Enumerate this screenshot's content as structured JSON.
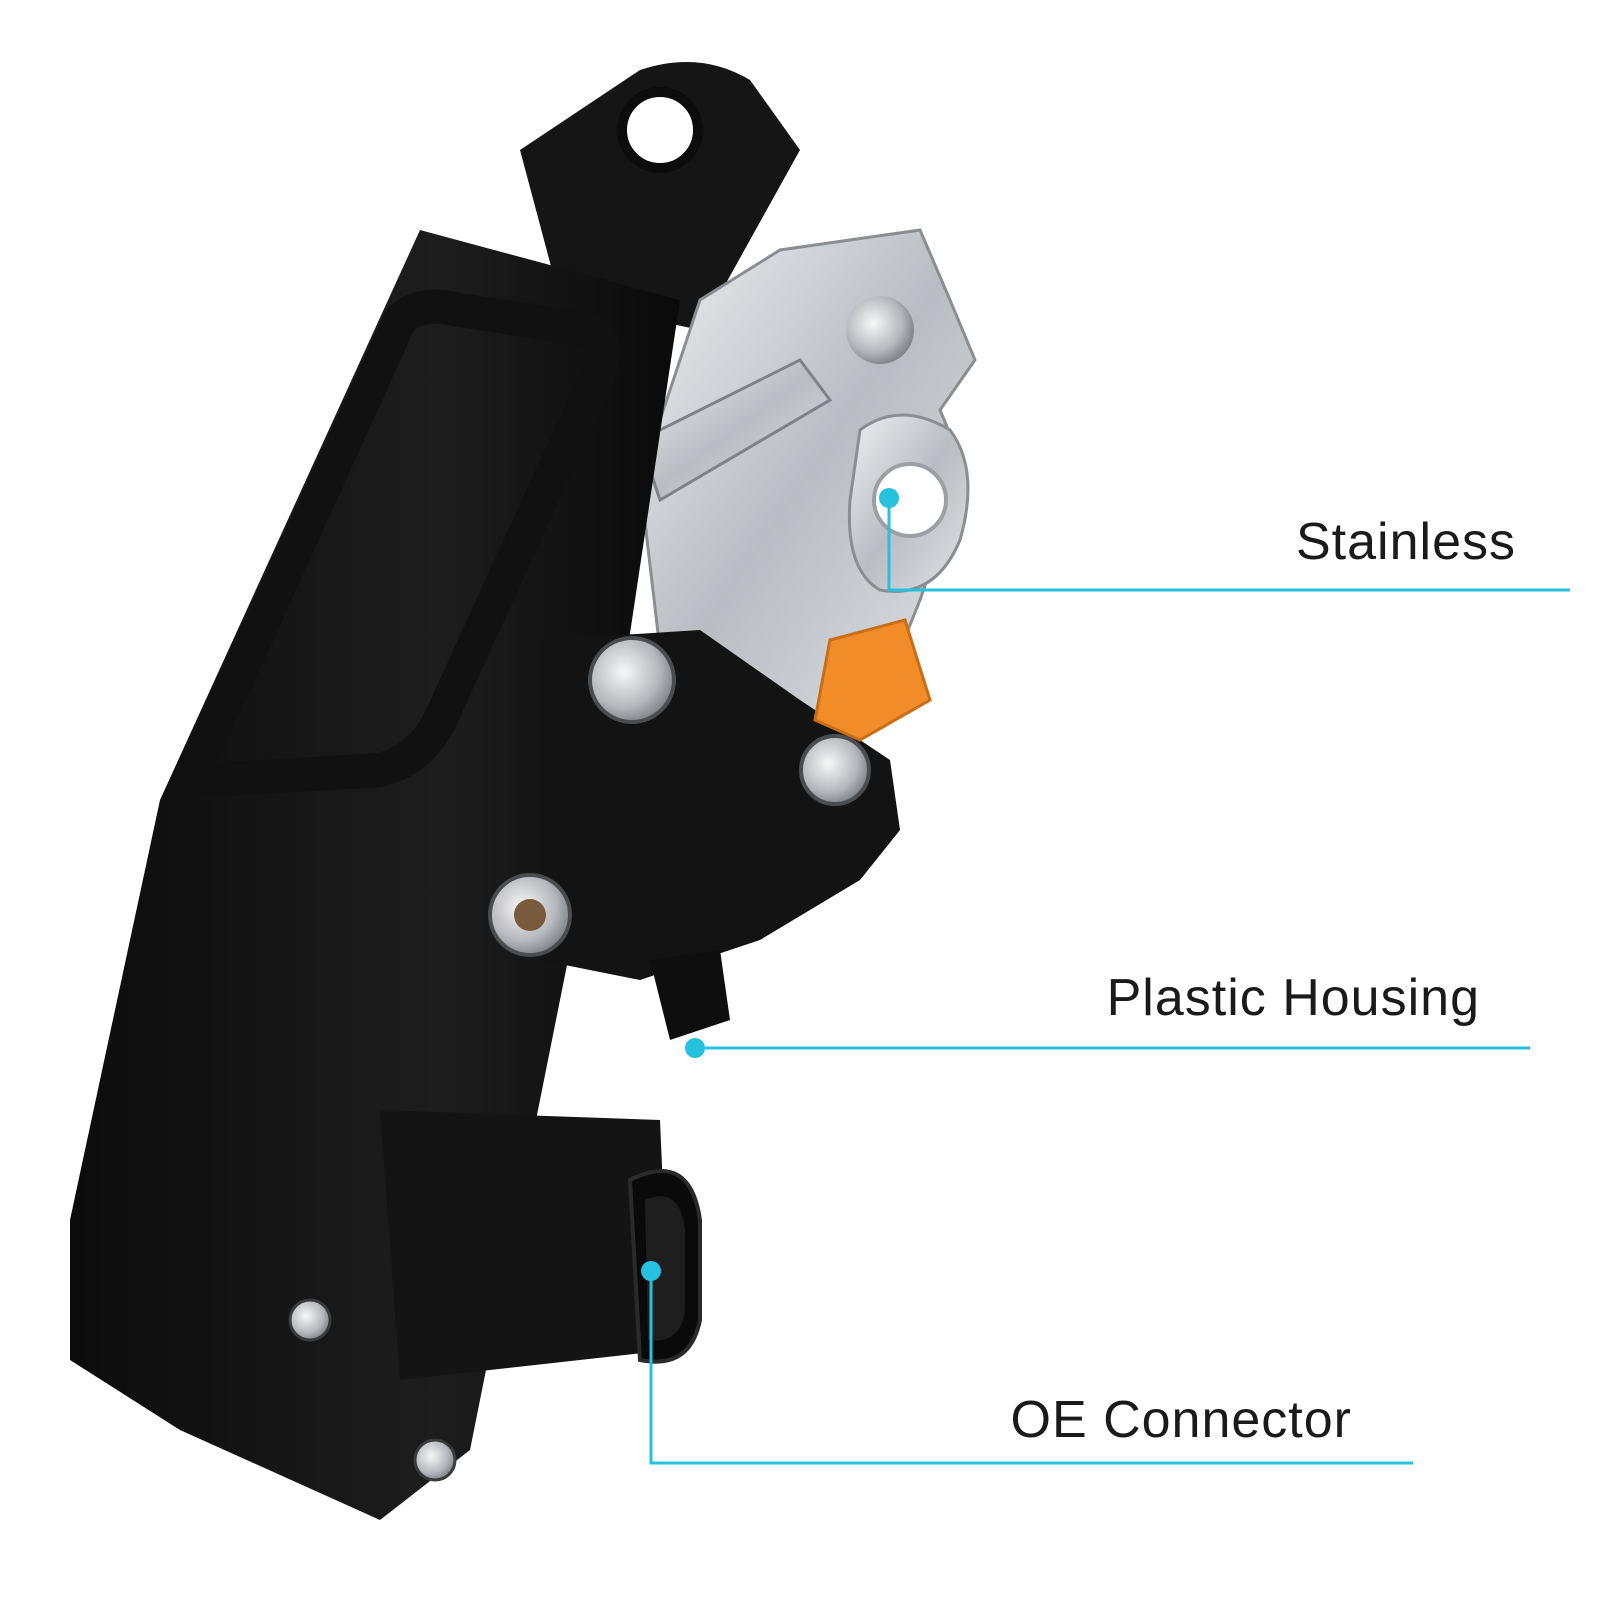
{
  "callouts": [
    {
      "label": "Stainless"
    },
    {
      "label": "Plastic Housing"
    },
    {
      "label": "OE Connector"
    }
  ],
  "colors": {
    "leader_line": "#26c1de",
    "housing": "#141414",
    "metal": "#c9ccd0",
    "orange_tab": "#f28c28",
    "label_text": "#1a1a1a"
  },
  "icons": {
    "product": "door-lock-actuator",
    "callout_dot": "cyan-dot"
  }
}
